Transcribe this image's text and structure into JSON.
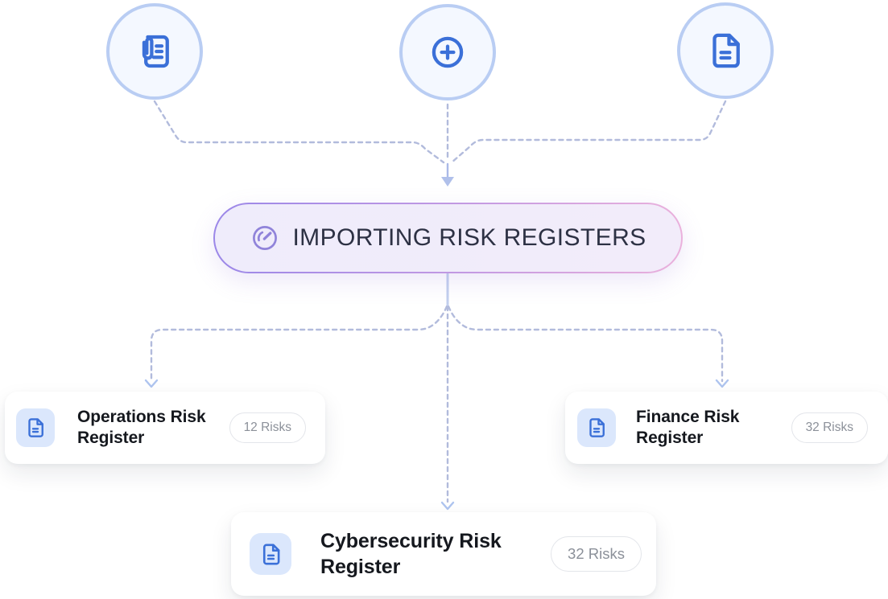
{
  "pill": {
    "label": "IMPORTING RISK REGISTERS",
    "icon": "gauge-icon"
  },
  "sources": [
    {
      "icon": "attachment-document-icon"
    },
    {
      "icon": "add-circle-icon"
    },
    {
      "icon": "document-icon"
    }
  ],
  "registers": [
    {
      "name": "Operations Risk Register",
      "count": "12 Risks",
      "icon": "document-icon"
    },
    {
      "name": "Finance Risk Register",
      "count": "32 Risks",
      "icon": "document-icon"
    },
    {
      "name": "Cybersecurity Risk Register",
      "count": "32 Risks",
      "icon": "document-icon"
    }
  ],
  "colors": {
    "accent_blue": "#3b70d8",
    "circle_fill": "#f4f8ff",
    "circle_border": "#b9cdf3",
    "connector": "#b2bbdc",
    "pill_fill": "#efecfb",
    "pill_border_start": "#9b87e8",
    "pill_border_end": "#eab1dc",
    "pill_text": "#2d3144",
    "card_icon_bg": "#dbe7fc",
    "badge_text": "#8b9099",
    "title_text": "#15181e"
  }
}
